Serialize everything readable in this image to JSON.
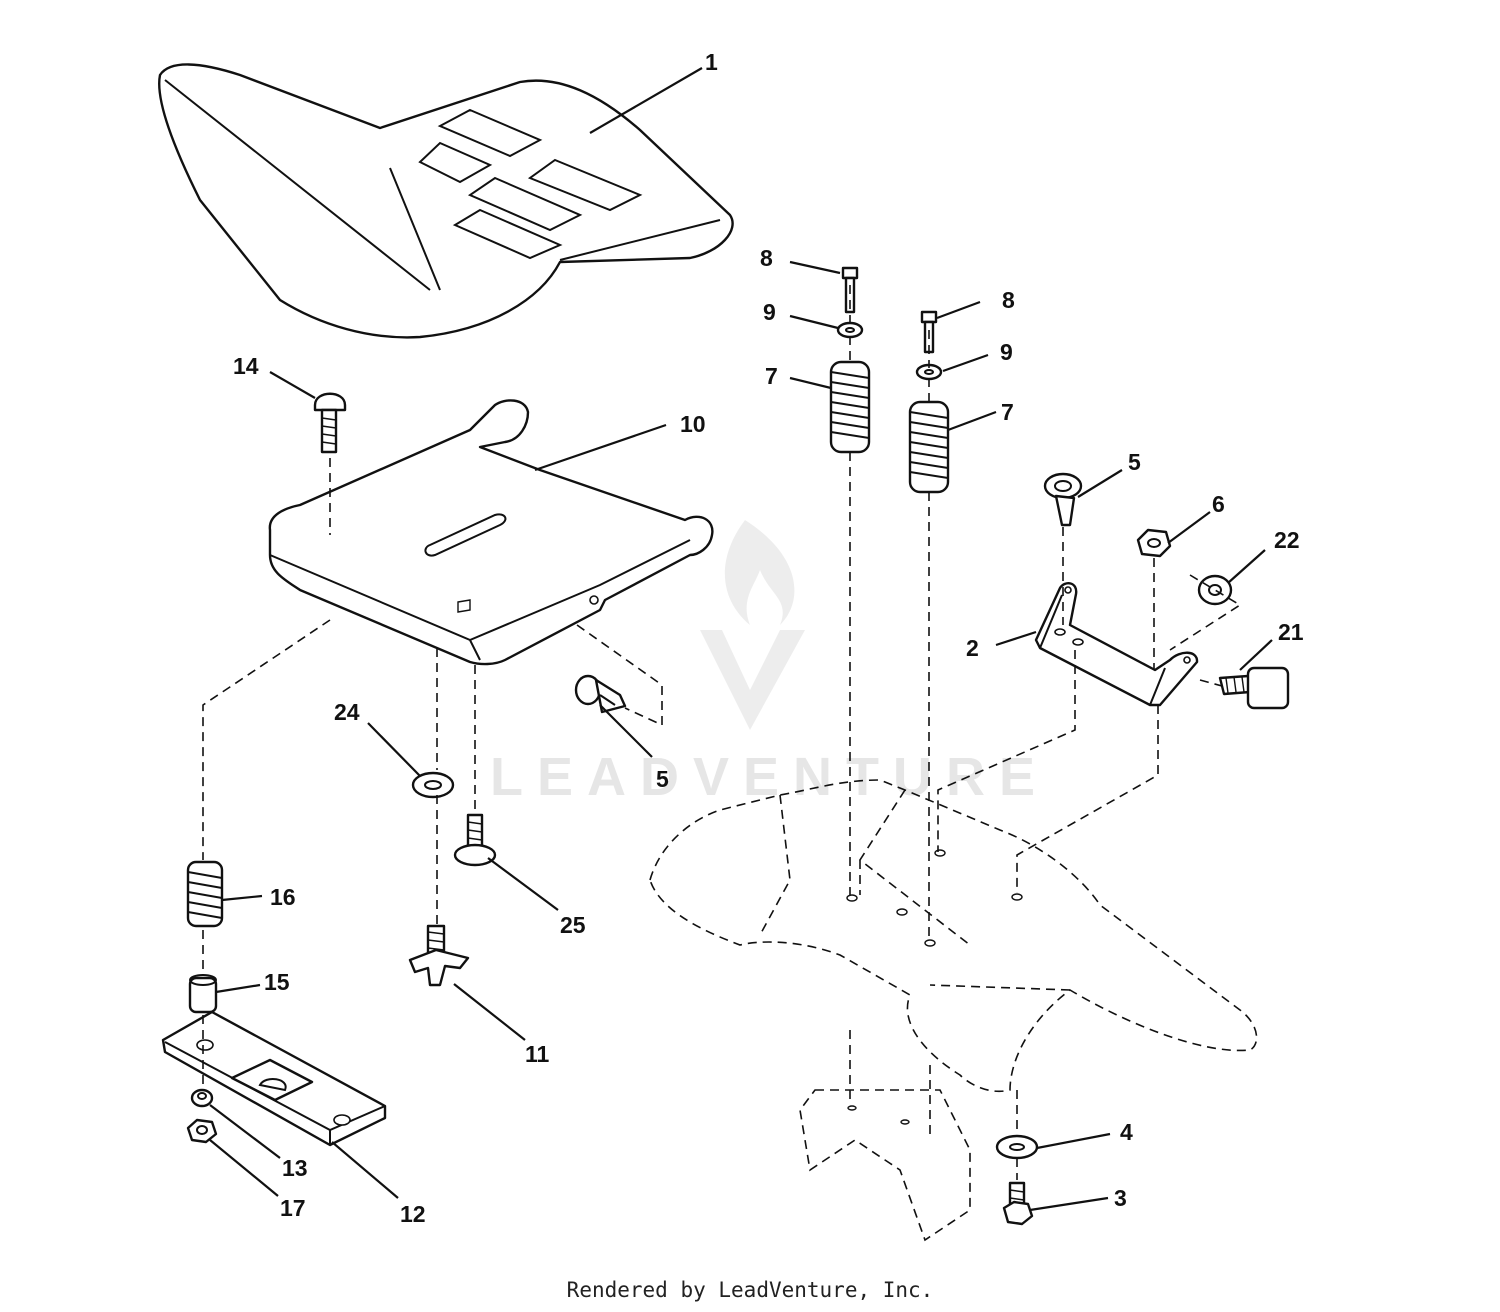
{
  "watermark": {
    "text": "LEADVENTURE"
  },
  "footer": {
    "text": "Rendered by LeadVenture, Inc."
  },
  "callouts": [
    {
      "id": "c1",
      "label": "1"
    },
    {
      "id": "c2",
      "label": "2"
    },
    {
      "id": "c3",
      "label": "3"
    },
    {
      "id": "c4",
      "label": "4"
    },
    {
      "id": "c5a",
      "label": "5"
    },
    {
      "id": "c5b",
      "label": "5"
    },
    {
      "id": "c6",
      "label": "6"
    },
    {
      "id": "c7a",
      "label": "7"
    },
    {
      "id": "c7b",
      "label": "7"
    },
    {
      "id": "c8a",
      "label": "8"
    },
    {
      "id": "c8b",
      "label": "8"
    },
    {
      "id": "c9a",
      "label": "9"
    },
    {
      "id": "c9b",
      "label": "9"
    },
    {
      "id": "c10",
      "label": "10"
    },
    {
      "id": "c11",
      "label": "11"
    },
    {
      "id": "c12",
      "label": "12"
    },
    {
      "id": "c13",
      "label": "13"
    },
    {
      "id": "c14",
      "label": "14"
    },
    {
      "id": "c15",
      "label": "15"
    },
    {
      "id": "c16",
      "label": "16"
    },
    {
      "id": "c17",
      "label": "17"
    },
    {
      "id": "c21",
      "label": "21"
    },
    {
      "id": "c22",
      "label": "22"
    },
    {
      "id": "c24",
      "label": "24"
    },
    {
      "id": "c25",
      "label": "25"
    }
  ]
}
